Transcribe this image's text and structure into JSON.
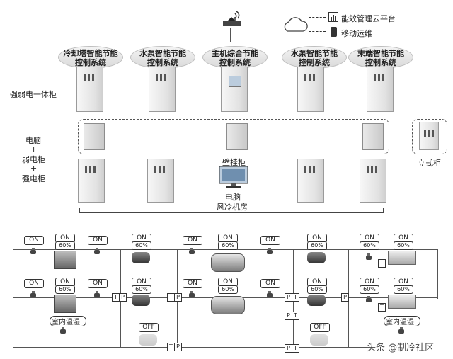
{
  "top": {
    "cloud_label": "能效管理云平台",
    "mobile_label": "移动运维"
  },
  "systems": [
    {
      "label": "冷却塔智能节能\n控制系统"
    },
    {
      "label": "水泵智能节能\n控制系统"
    },
    {
      "label": "主机综合节能\n控制系统"
    },
    {
      "label": "水泵智能节能\n控制系统"
    },
    {
      "label": "末端智能节能\n控制系统"
    }
  ],
  "side_labels": {
    "integrated_cabinet": "强弱电一体柜",
    "computer": "电脑",
    "plus1": "+",
    "weak_cabinet": "弱电柜",
    "plus2": "+",
    "strong_cabinet": "强电柜"
  },
  "middle": {
    "wall_cabinet": "壁挂柜",
    "computer": "电脑",
    "floor_cabinet": "立式柜",
    "machine_room": "风冷机房"
  },
  "status": {
    "on": "ON",
    "off": "OFF",
    "pct": "60%",
    "t": "T",
    "p": "P"
  },
  "bottom": {
    "indoor_left": "室内温湿",
    "indoor_right": "室内温湿"
  },
  "watermark": "头条 @制冷社区"
}
